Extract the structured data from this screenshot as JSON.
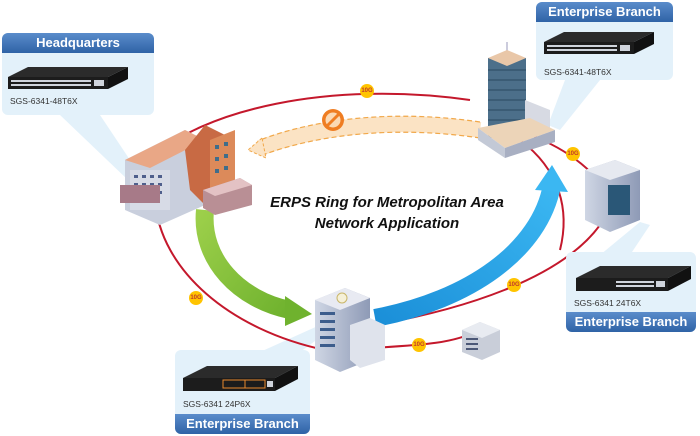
{
  "diagram": {
    "title_line1": "ERPS Ring for Metropolitan Area",
    "title_line2": "Network Application",
    "link_speed_label": "10G",
    "blocked_link_icon": "no-entry-icon",
    "colors": {
      "ring": "#c4182c",
      "card_header": "#3f74b4",
      "card_body": "#e3f1fa",
      "green_arrow": "#8cc63f",
      "blue_arrow": "#1ea0e6",
      "blocked_path": "#fbe3c4",
      "badge": "#ffc400"
    }
  },
  "sites": [
    {
      "id": "headquarters",
      "label": "Headquarters",
      "model": "SGS-6341-48T6X"
    },
    {
      "id": "branch-top-right",
      "label": "Enterprise Branch",
      "model": "SGS-6341-48T6X"
    },
    {
      "id": "branch-right",
      "label": "Enterprise Branch",
      "model": "SGS-6341 24T6X"
    },
    {
      "id": "branch-bottom",
      "label": "Enterprise Branch",
      "model": "SGS-6341 24P6X"
    }
  ]
}
